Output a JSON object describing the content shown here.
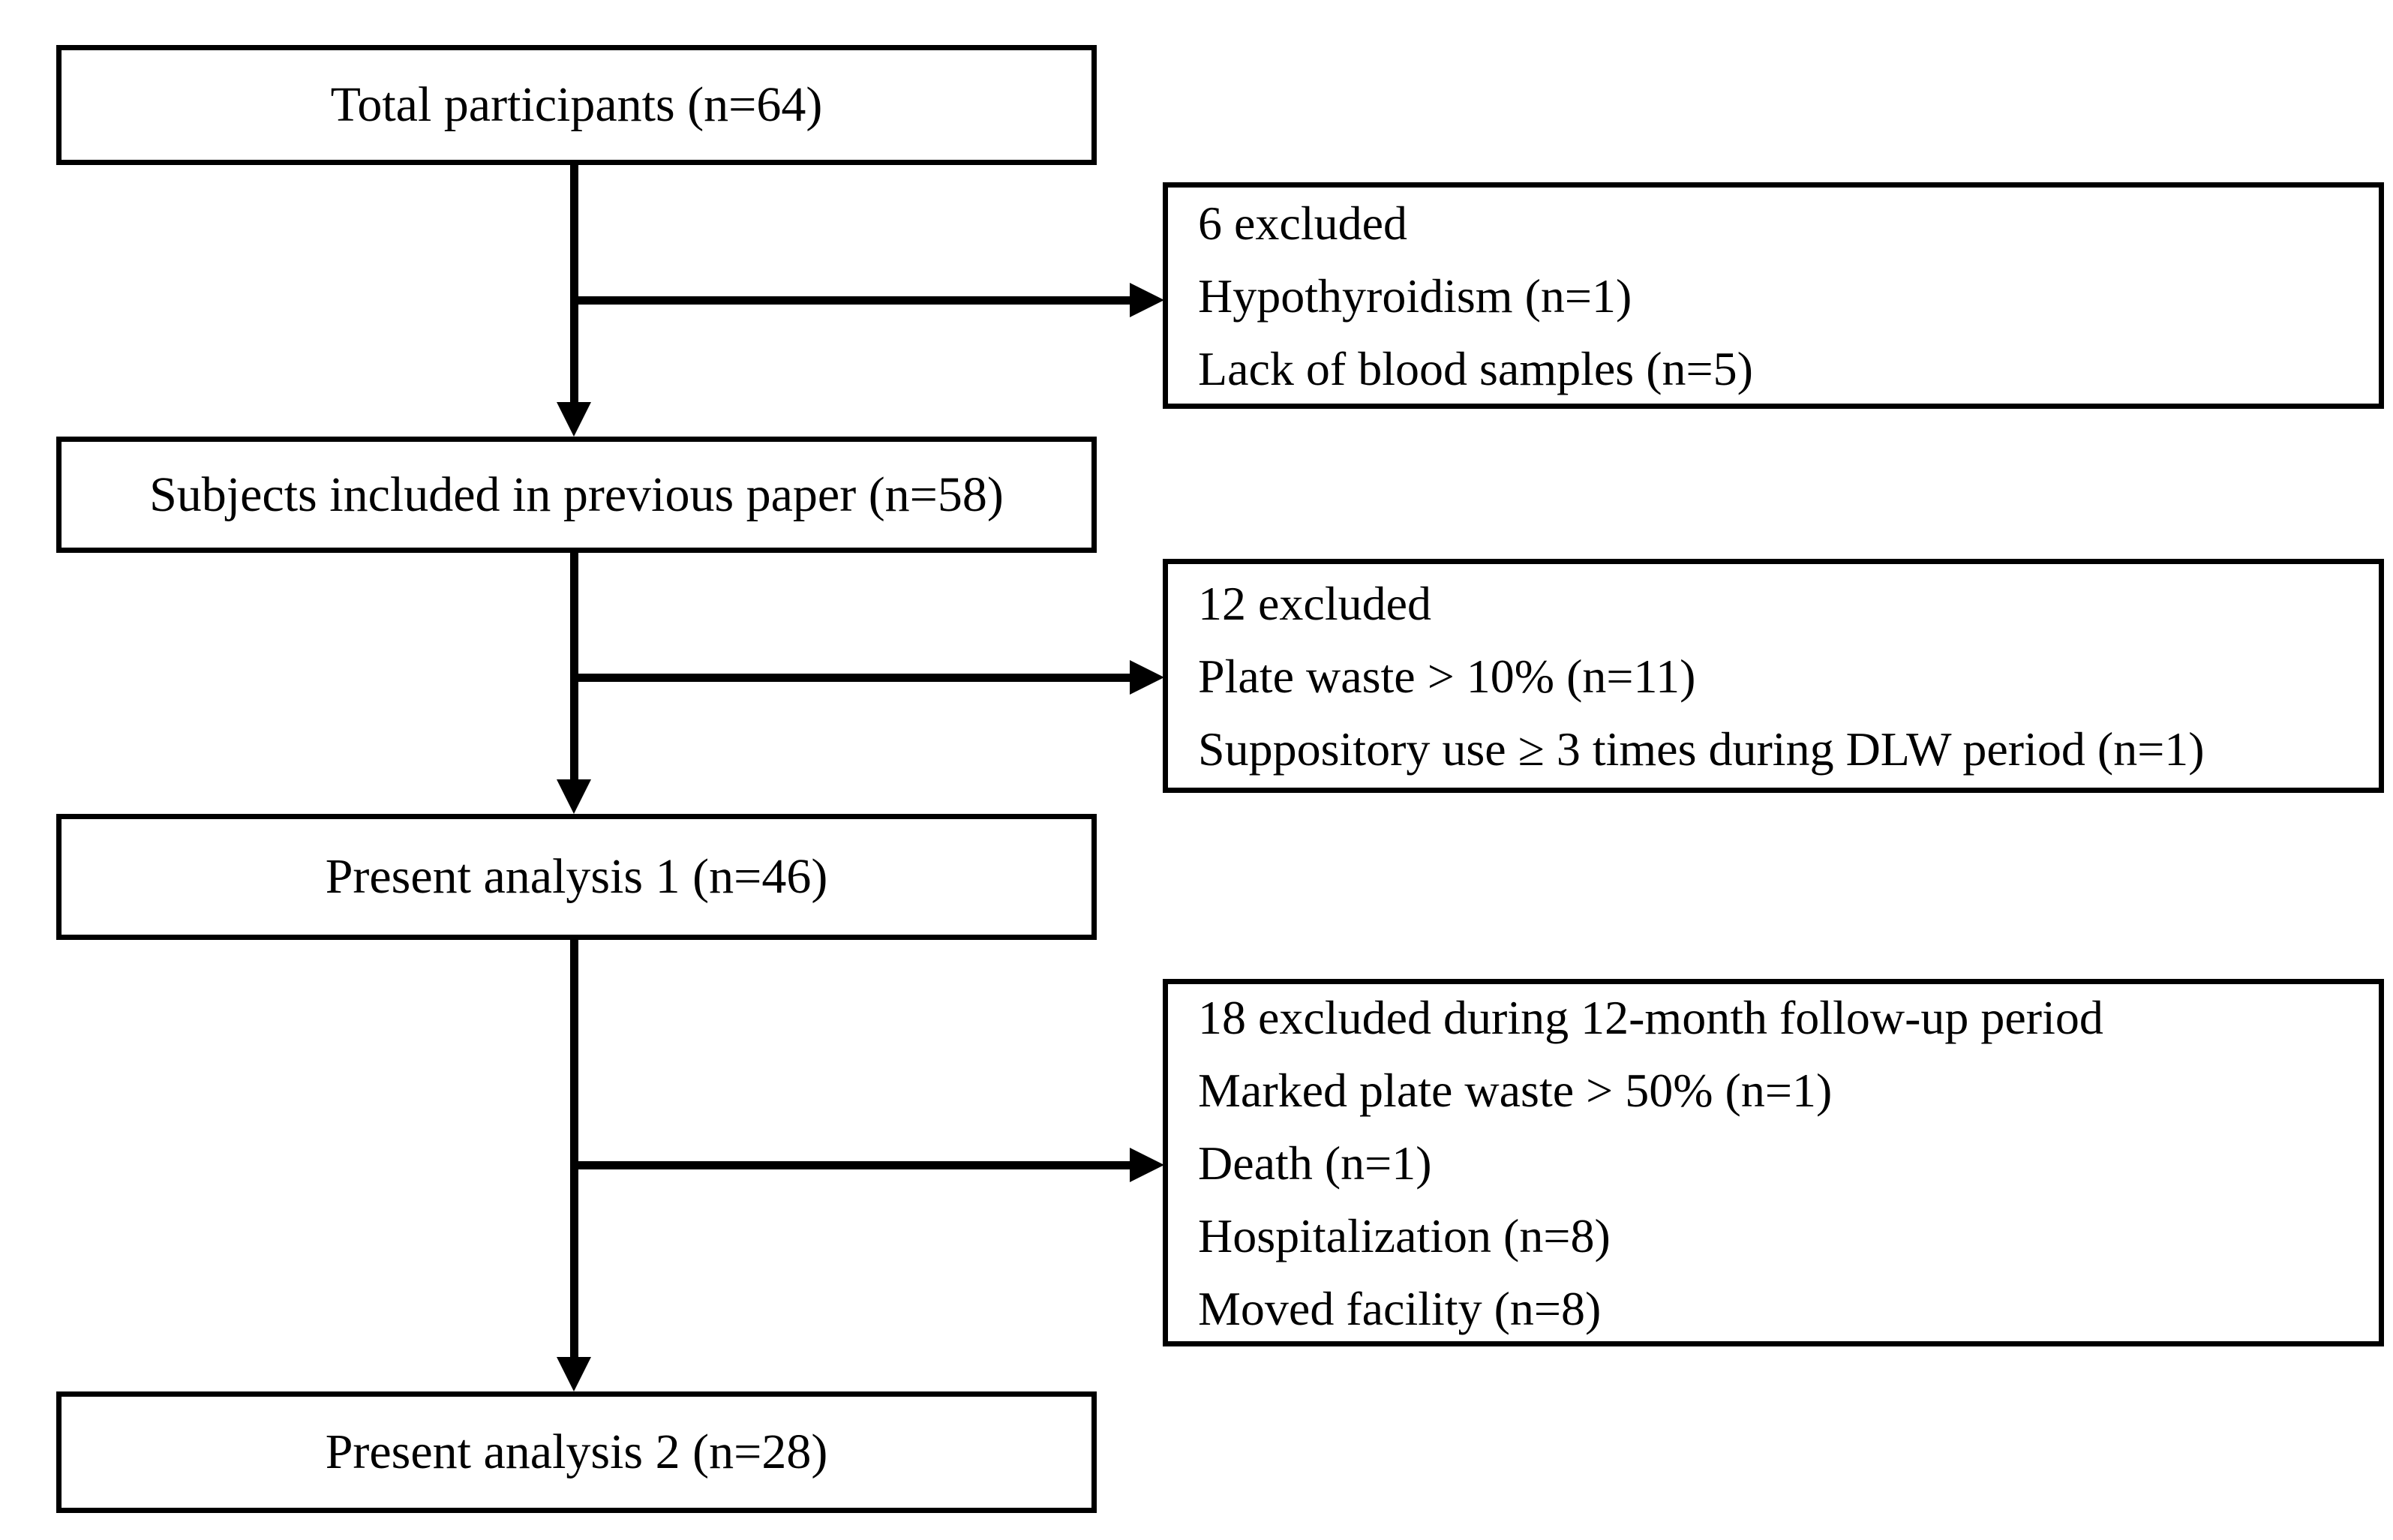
{
  "diagram": {
    "type": "participant-flow-diagram",
    "colors": {
      "line": "#000000",
      "text": "#000000",
      "background": "#ffffff"
    },
    "main_boxes": [
      {
        "label": "Total participants (n=64)"
      },
      {
        "label": "Subjects included in previous paper (n=58)"
      },
      {
        "label": "Present analysis 1 (n=46)"
      },
      {
        "label": "Present analysis 2 (n=28)"
      }
    ],
    "exclusion_boxes": [
      {
        "lines": [
          "6 excluded",
          "Hypothyroidism (n=1)",
          "Lack of blood samples (n=5)"
        ]
      },
      {
        "lines": [
          "12 excluded",
          "Plate waste > 10% (n=11)",
          "Suppository use ≥ 3 times during DLW period (n=1)"
        ]
      },
      {
        "lines": [
          "18 excluded during 12-month follow-up period",
          "Marked plate waste > 50% (n=1)",
          "Death (n=1)",
          "Hospitalization (n=8)",
          "Moved facility (n=8)"
        ]
      }
    ]
  }
}
